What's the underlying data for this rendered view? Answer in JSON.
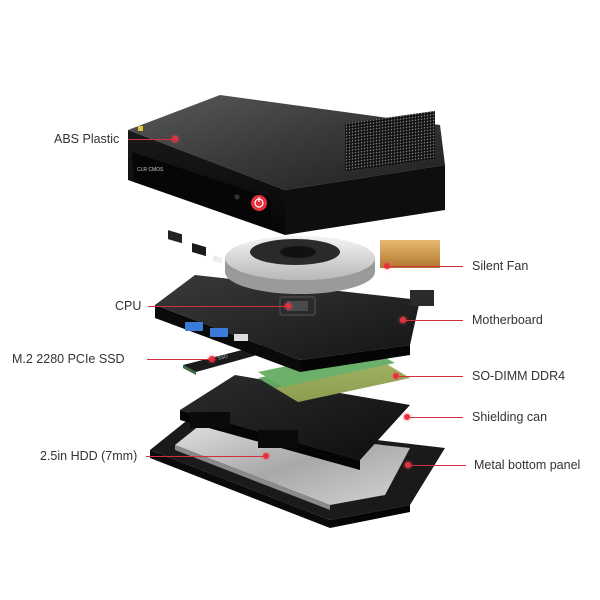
{
  "diagram": {
    "type": "exploded-view",
    "subject": "Mini PC",
    "accent_color": "#e8303c",
    "text_color": "#333333",
    "callouts": [
      {
        "id": "abs-plastic",
        "label": "ABS Plastic",
        "side": "left"
      },
      {
        "id": "silent-fan",
        "label": "Silent Fan",
        "side": "right"
      },
      {
        "id": "cpu",
        "label": "CPU",
        "side": "left"
      },
      {
        "id": "motherboard",
        "label": "Motherboard",
        "side": "right"
      },
      {
        "id": "ssd",
        "label": "M.2 2280 PCIe SSD",
        "side": "left"
      },
      {
        "id": "ram",
        "label": "SO-DIMM DDR4",
        "side": "right"
      },
      {
        "id": "shielding",
        "label": "Shielding can",
        "side": "right"
      },
      {
        "id": "hdd",
        "label": "2.5in HDD (7mm)",
        "side": "left"
      },
      {
        "id": "bottom-panel",
        "label": "Metal bottom panel",
        "side": "right"
      }
    ]
  }
}
